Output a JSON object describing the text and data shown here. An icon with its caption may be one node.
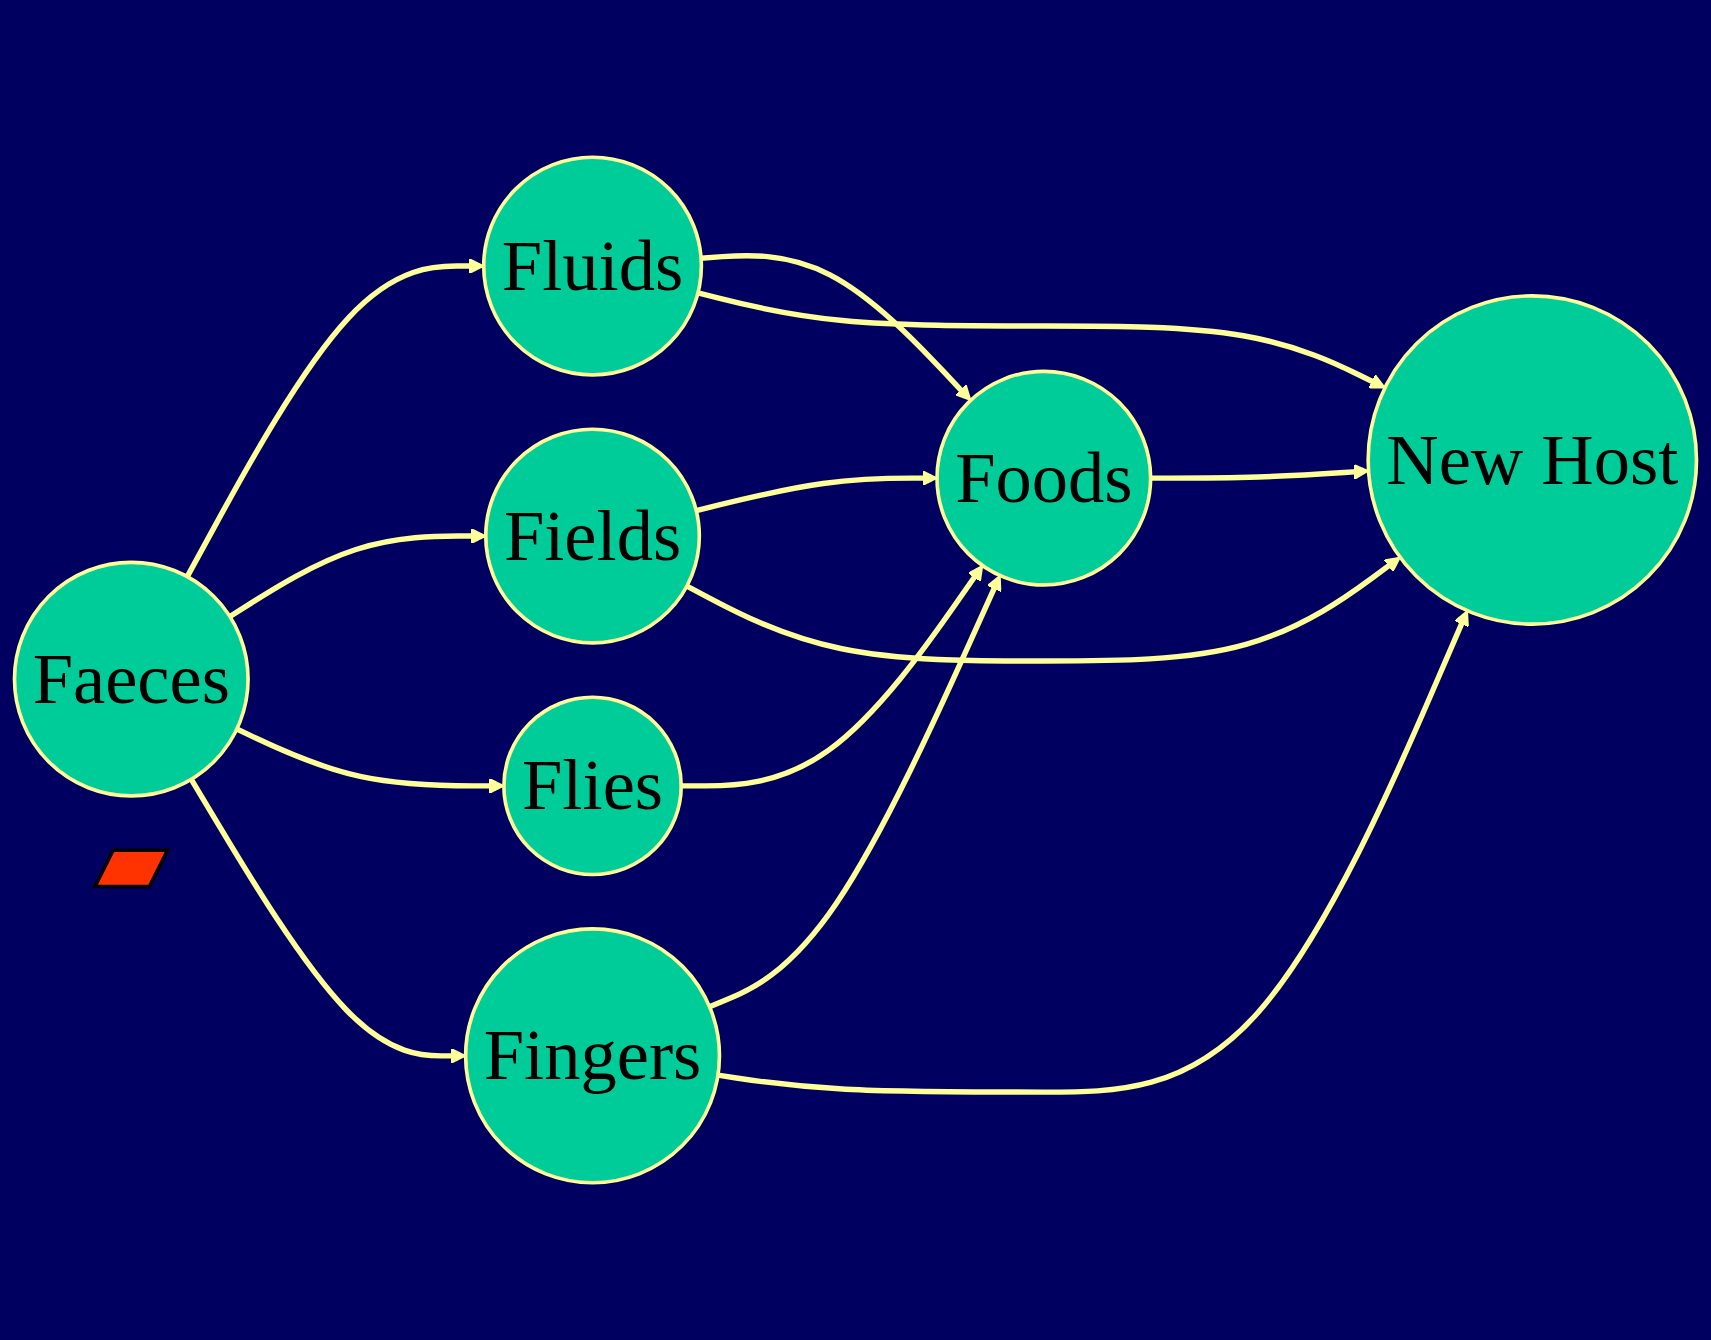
{
  "diagram": {
    "nodes": [
      {
        "text": [
          "Faeces"
        ]
      },
      {
        "text": [],
        "shape": "bar"
      },
      {
        "text": [
          "Fluids"
        ]
      },
      {
        "text": [
          "Fields"
        ]
      },
      {
        "text": [
          "Flies"
        ]
      },
      {
        "text": [
          "Fingers"
        ]
      },
      {
        "text": [
          "Foods"
        ]
      },
      {
        "text": [
          "New Host"
        ]
      }
    ],
    "edges": [
      {
        "from": 0,
        "to": 2,
        "arrow": "to"
      },
      {
        "from": 0,
        "to": 3,
        "arrow": "to"
      },
      {
        "from": 0,
        "to": 4,
        "arrow": "to"
      },
      {
        "from": 0,
        "to": 5,
        "arrow": "to"
      },
      {
        "from": 2,
        "to": 6,
        "arrow": "to"
      },
      {
        "from": 2,
        "to": 7,
        "arrow": "to"
      },
      {
        "from": 3,
        "to": 6,
        "arrow": "to"
      },
      {
        "from": 3,
        "to": 7,
        "arrow": "to"
      },
      {
        "from": 4,
        "to": 6,
        "arrow": "to"
      },
      {
        "from": 5,
        "to": 6,
        "arrow": "to"
      },
      {
        "from": 5,
        "to": 7,
        "arrow": "to"
      },
      {
        "from": 6,
        "to": 7,
        "arrow": "to"
      }
    ]
  }
}
